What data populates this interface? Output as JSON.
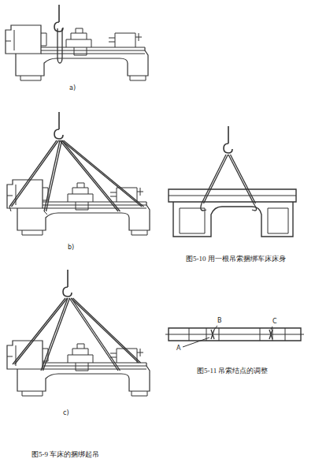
{
  "diagram": {
    "labels": [
      "a)",
      "b)",
      "c)",
      "图5-9 车床的捆绑起吊",
      "图5-10 用一根吊索捆绑车床床身",
      "A",
      "B",
      "C",
      "图5-11 吊索结点的调整"
    ]
  }
}
